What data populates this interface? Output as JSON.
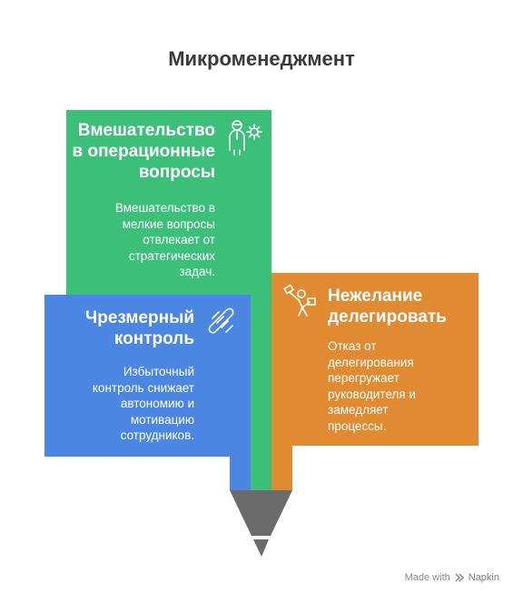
{
  "title": "Микроменеджмент",
  "cards": [
    {
      "id": "intervention",
      "title_lines": [
        "Вмешательство",
        "в операционные",
        "вопросы"
      ],
      "text_lines": [
        "Вмешательство в",
        "мелкие вопросы",
        "отвлекает от",
        "стратегических",
        "задач."
      ],
      "color": "#3cbf78",
      "icon": "person-gear-icon"
    },
    {
      "id": "overcontrol",
      "title_lines": [
        "Чрезмерный",
        "контроль"
      ],
      "text_lines": [
        "Избыточный",
        "контроль снижает",
        "автономию и",
        "мотивацию",
        "сотрудников."
      ],
      "color": "#4a86e2",
      "icon": "chain-link-icon"
    },
    {
      "id": "no-delegation",
      "title_lines": [
        "Нежелание",
        "делегировать"
      ],
      "text_lines": [
        "Отказ от",
        "делегирования",
        "перегружает",
        "руководителя и",
        "замедляет",
        "процессы."
      ],
      "color": "#e08a32",
      "icon": "person-carrying-icon"
    }
  ],
  "funnel_color": "#6b6b6b",
  "footer": {
    "made_with": "Made with",
    "brand": "Napkin"
  }
}
